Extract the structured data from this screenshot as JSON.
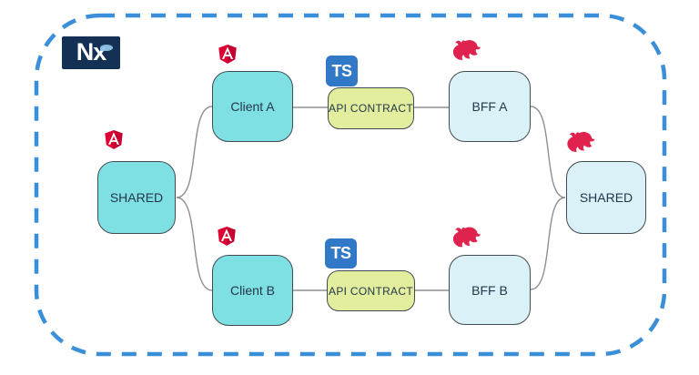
{
  "logo": {
    "text": "Nx"
  },
  "icons": {
    "ts_label": "TS"
  },
  "nodes": [
    {
      "id": "shared-frontend",
      "label": "SHARED",
      "tech": "angular",
      "kind": "client-library"
    },
    {
      "id": "client-a",
      "label": "Client A",
      "tech": "angular",
      "kind": "client-app"
    },
    {
      "id": "api-contract-a",
      "label": "API CONTRACT",
      "tech": "typescript",
      "kind": "contract-library"
    },
    {
      "id": "bff-a",
      "label": "BFF A",
      "tech": "nestjs",
      "kind": "server-app"
    },
    {
      "id": "client-b",
      "label": "Client B",
      "tech": "angular",
      "kind": "client-app"
    },
    {
      "id": "api-contract-b",
      "label": "API CONTRACT",
      "tech": "typescript",
      "kind": "contract-library"
    },
    {
      "id": "bff-b",
      "label": "BFF B",
      "tech": "nestjs",
      "kind": "server-app"
    },
    {
      "id": "shared-backend",
      "label": "SHARED",
      "tech": "nestjs",
      "kind": "server-library"
    }
  ],
  "edges": [
    {
      "from": "shared-frontend",
      "to": "client-a"
    },
    {
      "from": "shared-frontend",
      "to": "client-b"
    },
    {
      "from": "client-a",
      "to": "api-contract-a"
    },
    {
      "from": "api-contract-a",
      "to": "bff-a"
    },
    {
      "from": "client-b",
      "to": "api-contract-b"
    },
    {
      "from": "api-contract-b",
      "to": "bff-b"
    },
    {
      "from": "bff-a",
      "to": "shared-backend"
    },
    {
      "from": "bff-b",
      "to": "shared-backend"
    }
  ],
  "palette": {
    "client_fill": "#7ee0e3",
    "server_fill": "#daf2f7",
    "contract_fill": "#e2ee9d",
    "node_border": "#434b52",
    "edge_gray": "#8f8f8f",
    "frame_blue": "#3b8ed8",
    "nx_navy": "#143055",
    "angular_red": "#dd0031",
    "nest_red": "#e0234e",
    "ts_blue": "#3178c6",
    "label_color": "#24364b"
  }
}
